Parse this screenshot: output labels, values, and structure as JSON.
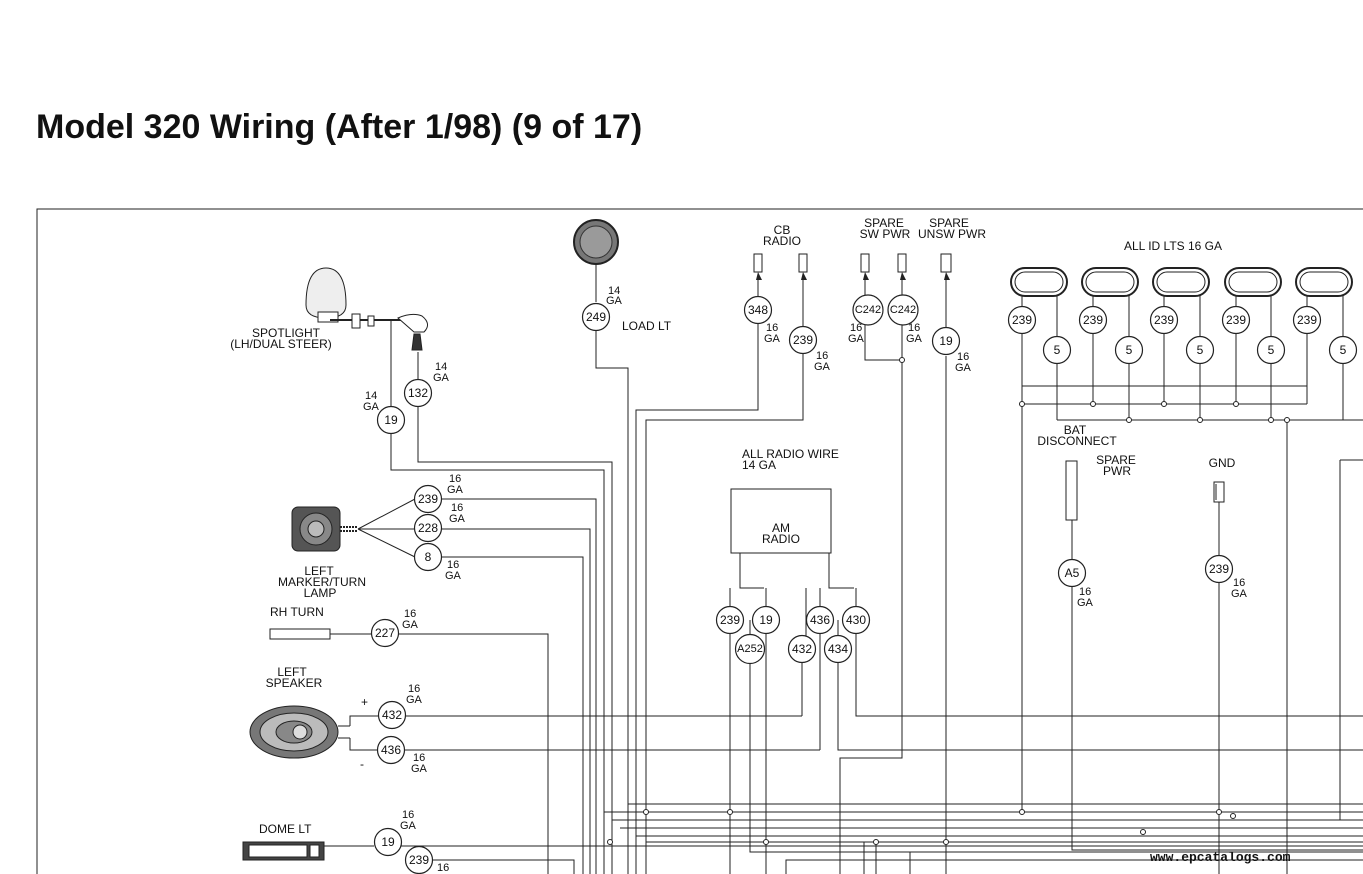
{
  "title": "Model 320 Wiring (After 1/98) (9 of 17)",
  "watermark": "www.epcatalogs.com",
  "labels": {
    "spotlight": [
      "SPOTLIGHT",
      "(LH/DUAL STEER)"
    ],
    "load_lt": "LOAD LT",
    "cb_radio": [
      "CB",
      "RADIO"
    ],
    "spare_sw_pwr": [
      "SPARE",
      "SW PWR"
    ],
    "spare_unsw_pwr": [
      "SPARE",
      "UNSW PWR"
    ],
    "all_id_lts": "ALL ID LTS 16 GA",
    "bat_disconnect": [
      "BAT",
      "DISCONNECT"
    ],
    "spare_pwr": [
      "SPARE",
      "PWR"
    ],
    "gnd": "GND",
    "all_radio_wire": [
      "ALL RADIO WIRE",
      "14 GA"
    ],
    "am_radio": [
      "AM",
      "RADIO"
    ],
    "left_marker": [
      "LEFT",
      "MARKER/TURN",
      "LAMP"
    ],
    "rh_turn": "RH TURN",
    "left_speaker": [
      "LEFT",
      "SPEAKER"
    ],
    "plus": "+",
    "minus": "-",
    "dome_lt": "DOME LT"
  },
  "gauge": {
    "g14": [
      "14",
      "GA"
    ],
    "g16": [
      "16",
      "GA"
    ]
  },
  "circuits": {
    "c249": "249",
    "c132": "132",
    "c19": "19",
    "c348": "348",
    "c239": "239",
    "cC242": "C242",
    "c5": "5",
    "cA5": "A5",
    "c228": "228",
    "c8": "8",
    "c227": "227",
    "cA252": "A252",
    "c432": "432",
    "c434": "434",
    "c436": "436",
    "c430": "430"
  }
}
